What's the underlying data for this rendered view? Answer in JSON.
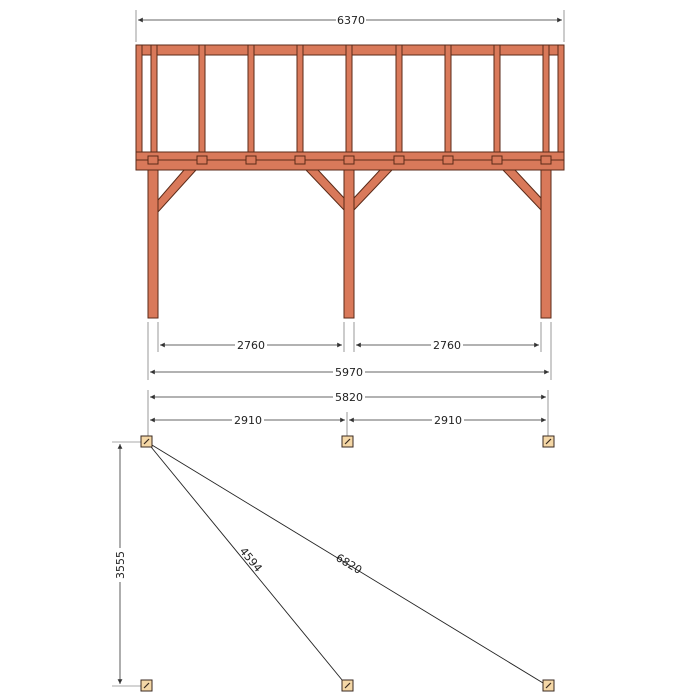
{
  "dimensions": {
    "overall_top": "6370",
    "span_left": "2760",
    "span_right": "2760",
    "post_outer": "5970",
    "footing_total": "5820",
    "footing_left": "2910",
    "footing_right": "2910",
    "depth": "3555",
    "diagonal_short": "4594",
    "diagonal_long": "6820"
  },
  "colors": {
    "timber": "#d9795a",
    "timber_outline": "#5a2a18",
    "footing": "#f4d7a6"
  },
  "icons": {
    "footing_marker": "square-footing-icon"
  }
}
